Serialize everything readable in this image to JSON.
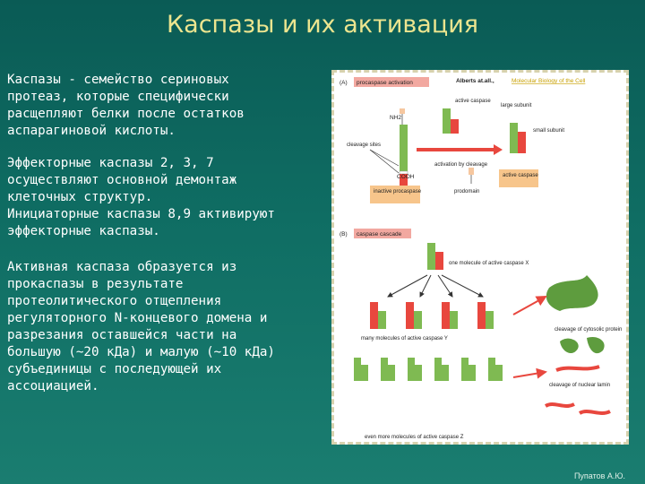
{
  "title": "Каспазы и их активация",
  "paragraphs": [
    "Каспазы - семейство сериновых\nпротеаз, которые специфически\nрасщепляют белки после остатков\nаспарагиновой кислоты.",
    "Эффекторные каспазы 2, 3, 7\nосуществляют основной демонтаж\nклеточных структур.\nИнициаторные каспазы 8,9 активируют\nэффекторные каспазы.",
    "Активная каспаза образуется из\nпрокаспазы в результате\nпротеолитического отщепления\nрегуляторного N-концевого домена и\nразрезания оставшейся части на\nбольшую (~20 кДа) и малую (~10 кДа)\nсубъединицы с последующей их\nассоциацией."
  ],
  "credit": "Пупатов А.Ю.",
  "figure": {
    "citation_author": "Alberts at.all.,",
    "citation_book": "Molecular Biology of the Cell",
    "panel_a_tag": "(A)",
    "panel_a_title": "procaspase activation",
    "panel_b_tag": "(B)",
    "panel_b_title": "caspase cascade",
    "active_caspase_top": "active caspase",
    "large_subunit": "large subunit",
    "small_subunit": "small subunit",
    "nh2": "NH2",
    "cleavage_sites": "cleavage sites",
    "activation_by_cleavage": "activation by cleavage",
    "cooh": "COOH",
    "inactive_procaspase": "inactive procaspase",
    "prodomain": "prodomain",
    "active_caspase_bottom": "active caspase",
    "one_molecule": "one molecule of active caspase X",
    "many_molecules": "many molecules of active caspase Y",
    "even_more": "even more molecules of active caspase Z",
    "cleavage_cytosolic": "cleavage of cytosolic protein",
    "cleavage_nuclear": "cleavage of nuclear lamin"
  },
  "colors": {
    "background": "#0f6d63",
    "title": "#ece58f",
    "green_subunit": "#7fba52",
    "red_subunit": "#e8473e",
    "pink_label": "#f2a8a0",
    "orange_label": "#f7c58b"
  }
}
